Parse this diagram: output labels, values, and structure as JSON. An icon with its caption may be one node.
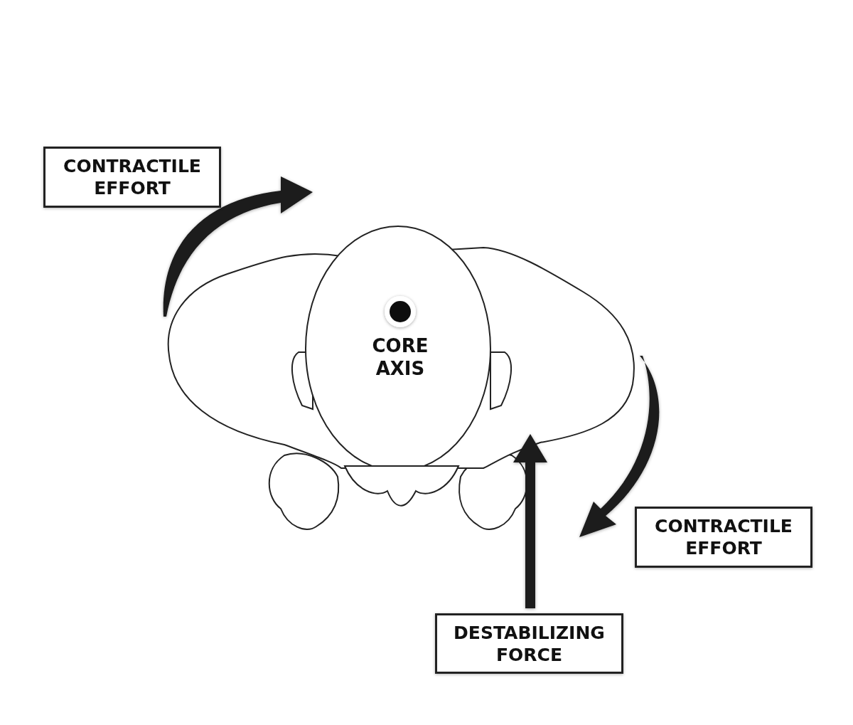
{
  "diagram": {
    "nodes": [
      {
        "text": [
          "CONTRACTILE EFFORT"
        ]
      },
      {
        "text": [
          "CONTRACTILE EFFORT"
        ]
      },
      {
        "text": [
          "DESTABILIZING FORCE"
        ]
      }
    ],
    "labels": [
      "CORE AXIS"
    ]
  }
}
